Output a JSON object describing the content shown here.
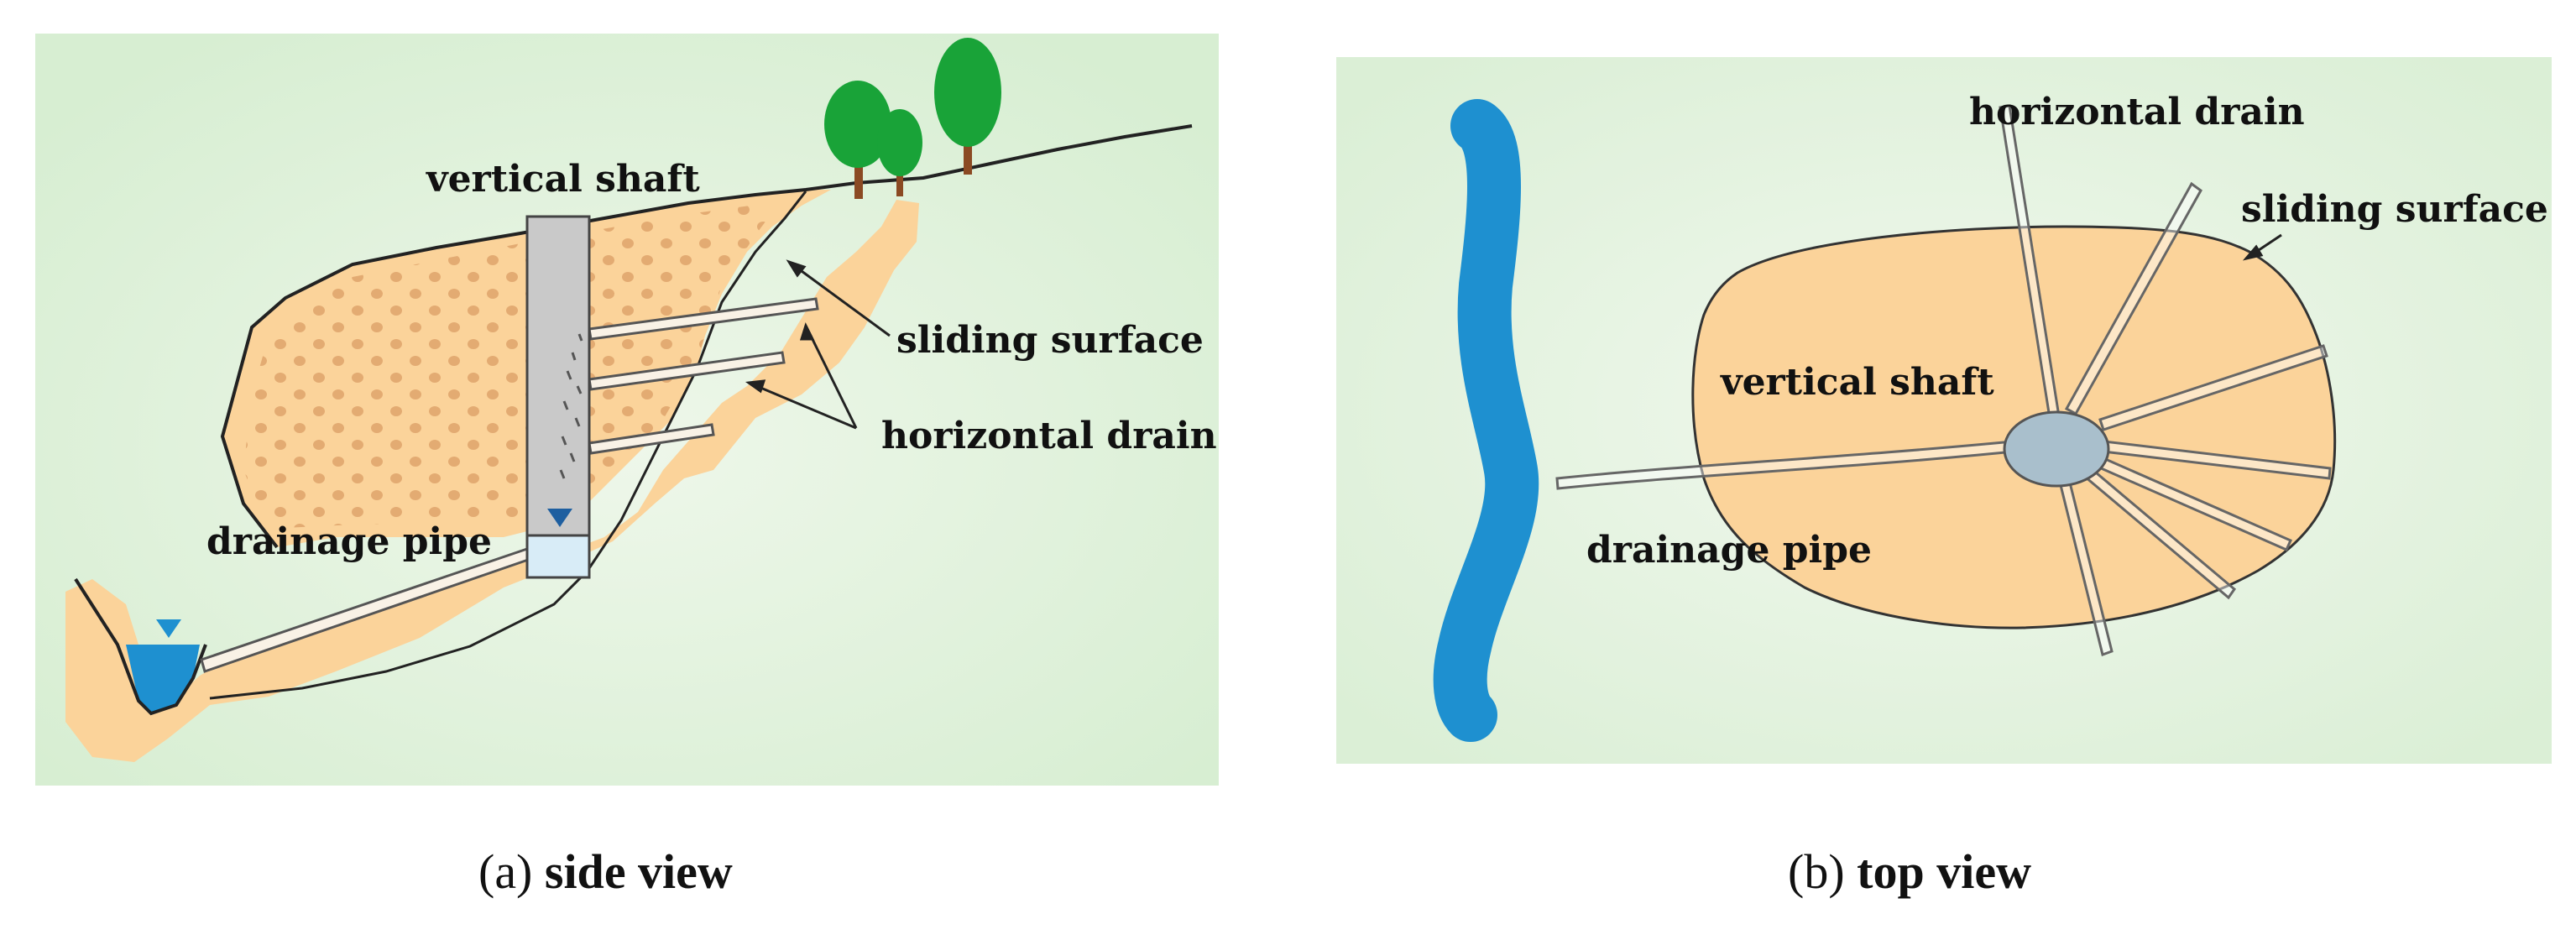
{
  "colors": {
    "background_green": "#e3f2df",
    "soil": "#fbd39a",
    "soil_dots": "#e3ab72",
    "water": "#1e90d0",
    "shaft_gray": "#c9c9c9",
    "shaft_water": "#d8ecf7",
    "well_blue_gray": "#a9bfcc",
    "tree_green": "#19a338",
    "trunk_brown": "#8b4a23"
  },
  "side_view": {
    "labels": {
      "vertical_shaft": "vertical shaft",
      "sliding_surface": "sliding surface",
      "horizontal_drain": "horizontal drain",
      "drainage_pipe": "drainage pipe"
    },
    "caption_letter": "(a)",
    "caption_text": " side view"
  },
  "top_view": {
    "labels": {
      "horizontal_drain": "horizontal drain",
      "sliding_surface": "sliding surface",
      "vertical_shaft": "vertical shaft",
      "drainage_pipe": "drainage pipe"
    },
    "caption_letter": "(b)",
    "caption_text": " top view"
  }
}
